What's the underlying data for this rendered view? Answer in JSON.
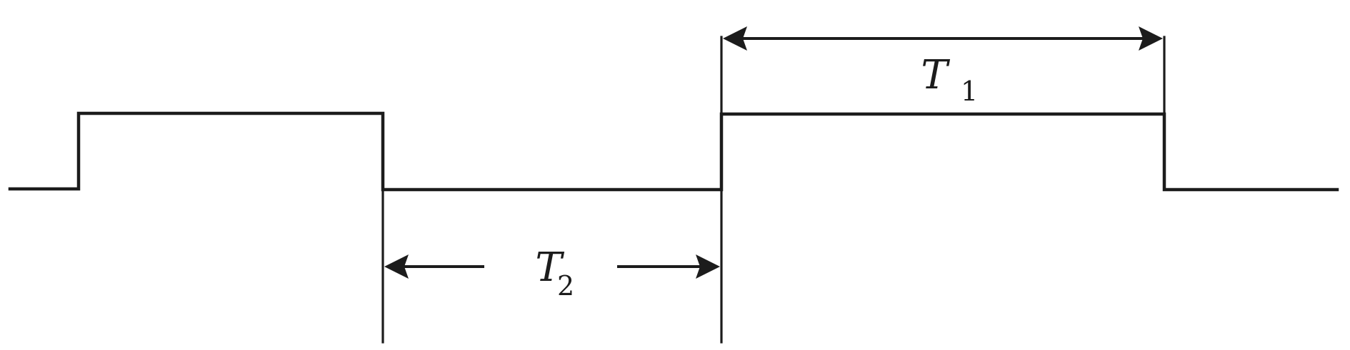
{
  "diagram": {
    "labels": {
      "t1": {
        "main": "T",
        "sub": "1"
      },
      "t2": {
        "main": "T",
        "sub": "2"
      }
    },
    "colors": {
      "ink": "#1c1c1c",
      "background": "#ffffff"
    }
  }
}
